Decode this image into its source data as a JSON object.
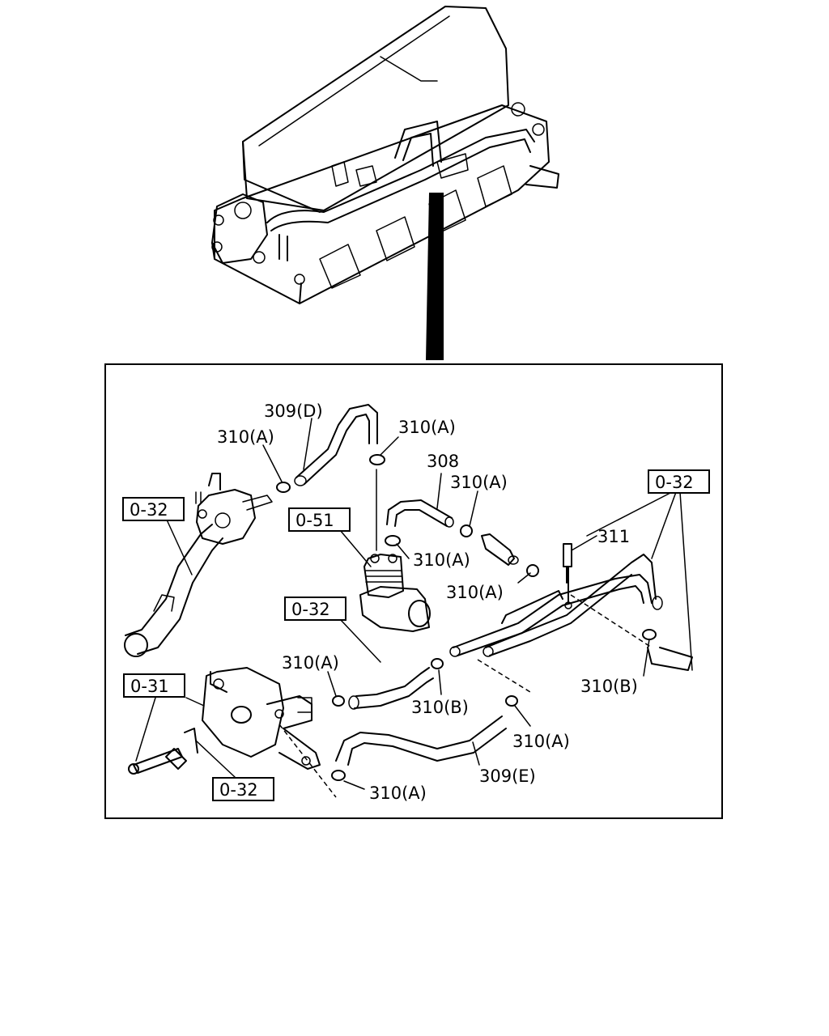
{
  "labels": {
    "l309d": "309(D)",
    "l310a_1": "310(A)",
    "l310a_2": "310(A)",
    "l308": "308",
    "l310a_3": "310(A)",
    "l310a_4": "310(A)",
    "l311": "311",
    "l310a_5": "310(A)",
    "l310a_6": "310(A)",
    "l310b_1": "310(B)",
    "l310b_2": "310(B)",
    "l310a_7": "310(A)",
    "l309e": "309(E)",
    "l310a_8": "310(A)"
  },
  "refs": {
    "r032_1": "0-32",
    "r051": "0-51",
    "r032_2": "0-32",
    "r032_3": "0-32",
    "r031": "0-31",
    "r032_4": "0-32"
  }
}
